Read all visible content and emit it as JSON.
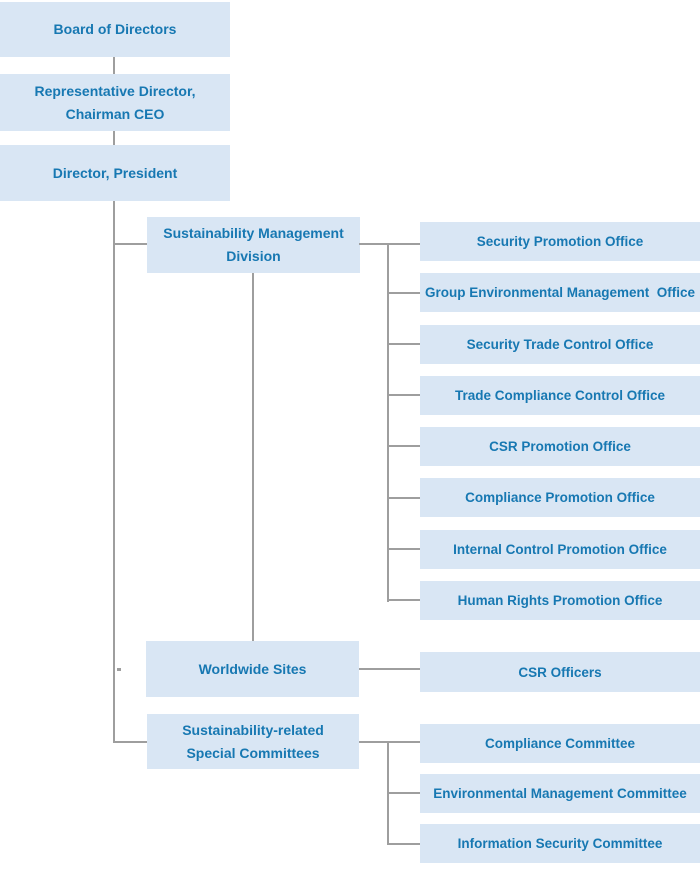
{
  "colors": {
    "box_fill": "#d9e6f4",
    "text_blue": "#1778b2",
    "line_gray": "#9e9e9e",
    "background": "#ffffff"
  },
  "org_chart": {
    "executive_chain": {
      "board": {
        "label": "Board of Directors"
      },
      "chairman": {
        "label": "Representative Director,\nChairman CEO"
      },
      "president": {
        "label": "Director, President"
      }
    },
    "divisions": {
      "sustainability_division": {
        "label": "Sustainability Management\nDivision"
      },
      "worldwide_sites": {
        "label": "Worldwide Sites"
      },
      "special_committees": {
        "label": "Sustainability-related\nSpecial Committees"
      }
    },
    "offices": [
      {
        "label": "Security Promotion Office"
      },
      {
        "label": "Group Environmental Management  Office"
      },
      {
        "label": "Security Trade Control Office"
      },
      {
        "label": "Trade Compliance Control Office"
      },
      {
        "label": "CSR Promotion Office"
      },
      {
        "label": "Compliance Promotion Office"
      },
      {
        "label": "Internal Control Promotion Office"
      },
      {
        "label": "Human Rights Promotion Office"
      }
    ],
    "worldwide_children": [
      {
        "label": "CSR Officers"
      }
    ],
    "committees": [
      {
        "label": "Compliance Committee"
      },
      {
        "label": "Environmental Management Committee"
      },
      {
        "label": "Information Security Committee"
      }
    ]
  }
}
